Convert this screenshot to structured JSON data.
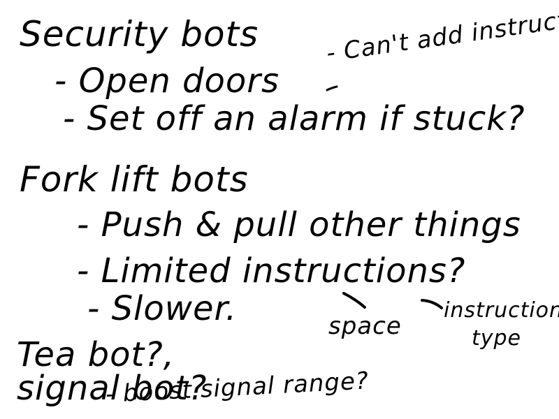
{
  "notes": {
    "security_heading": "Security bots",
    "security_item_1": "- Open doors",
    "security_item_2": "- Set off an alarm if stuck?",
    "security_side": "- Can't add instructions?",
    "forklift_heading": "Fork lift bots",
    "forklift_item_1": "- Push & pull other things",
    "forklift_item_2": "- Limited instructions?",
    "forklift_item_3": "- Slower.",
    "space_note": "space",
    "instruction_type_line1": "instruction",
    "instruction_type_line2": "type",
    "tea_bot": "Tea bot?,",
    "signal_bot": "signal bot?",
    "boost": "- boost signal range?"
  }
}
